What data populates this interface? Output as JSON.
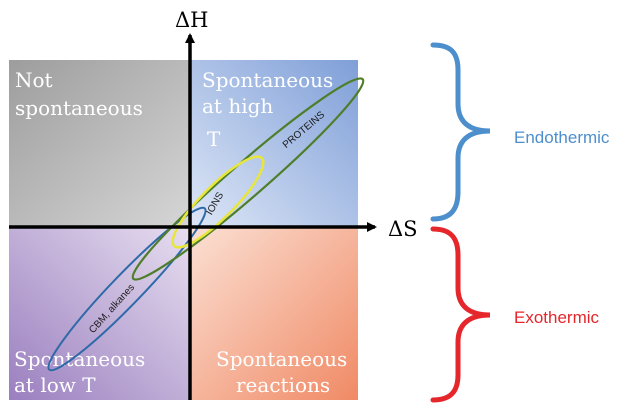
{
  "axes": {
    "x_label": "ΔS",
    "y_label": "ΔH"
  },
  "quadrants": {
    "top_left": {
      "lines": [
        "Not",
        "spontaneous"
      ],
      "color": "#b3b3b3"
    },
    "top_right": {
      "lines": [
        "Spontaneous",
        "at high",
        "T"
      ],
      "color": "#9db4df"
    },
    "bottom_left": {
      "lines": [
        "Spontaneous",
        "at low T"
      ],
      "color": "#b8a3d0"
    },
    "bottom_right": {
      "lines": [
        "Spontaneous",
        "reactions"
      ],
      "color": "#f4b49a"
    }
  },
  "ellipses": {
    "proteins": {
      "label": "PROTEINS",
      "color": "#4e7e2a"
    },
    "ions": {
      "label": "IONS",
      "color": "#e6e63c"
    },
    "cbm": {
      "label": "CBM, alkanes",
      "color": "#2f6aa8"
    }
  },
  "braces": {
    "endothermic": {
      "label": "Endothermic",
      "color": "#4d8fcc"
    },
    "exothermic": {
      "label": "Exothermic",
      "color": "#e5262b"
    }
  }
}
